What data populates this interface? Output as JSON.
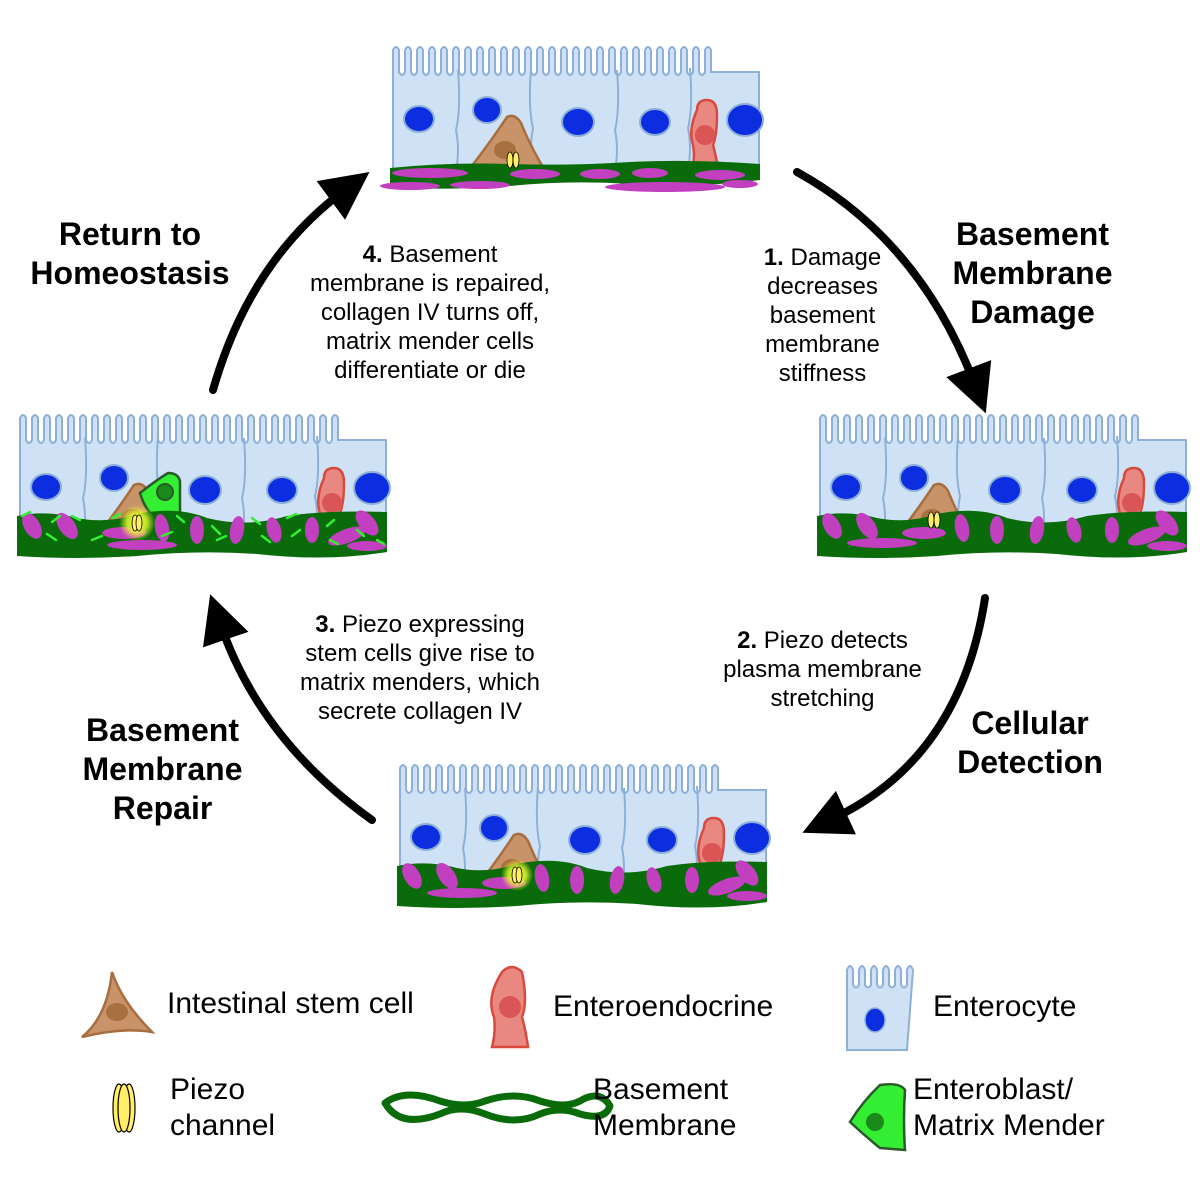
{
  "stages": {
    "homeostasis": {
      "title_lines": [
        "Return to",
        "Homeostasis"
      ]
    },
    "damage": {
      "title_lines": [
        "Basement",
        "Membrane",
        "Damage"
      ]
    },
    "detection": {
      "title_lines": [
        "Cellular",
        "Detection"
      ]
    },
    "repair": {
      "title_lines": [
        "Basement",
        "Membrane",
        "Repair"
      ]
    }
  },
  "steps": [
    {
      "number": "1.",
      "lines": [
        "Damage",
        "decreases",
        "basement",
        "membrane",
        "stiffness"
      ]
    },
    {
      "number": "2.",
      "lines": [
        "Piezo detects",
        "plasma membrane",
        "stretching"
      ]
    },
    {
      "number": "3.",
      "lines": [
        "Piezo expressing",
        "stem cells give rise to",
        "matrix menders, which",
        "secrete collagen IV"
      ]
    },
    {
      "number": "4.",
      "lines": [
        "Basement",
        "membrane is repaired,",
        "collagen IV turns off,",
        "matrix mender cells",
        "differentiate or die"
      ]
    }
  ],
  "legend": {
    "stem_cell": "Intestinal stem cell",
    "enteroendocrine": "Enteroendocrine",
    "enterocyte": "Enterocyte",
    "piezo": [
      "Piezo",
      "channel"
    ],
    "basement_membrane": [
      "Basement",
      "Membrane"
    ],
    "enteroblast": [
      "Enteroblast/",
      "Matrix Mender"
    ]
  },
  "colors": {
    "enterocyte_fill": "#cfe2f5",
    "enterocyte_stroke": "#8eb0d8",
    "nucleus": "#0d2ee0",
    "stem_fill": "#c9936a",
    "stem_stroke": "#a86d3e",
    "stem_nucleus": "#a8703f",
    "ee_fill": "#e88880",
    "ee_stroke": "#d84a3e",
    "ee_nucleus": "#da5555",
    "membrane": "#0a6b0a",
    "collagen": "#c23fc0",
    "piezo": "#ffee66",
    "enteroblast_fill": "#33ee33",
    "enteroblast_nucleus": "#1a8a1a",
    "collagen_iv": "#33ee33"
  }
}
